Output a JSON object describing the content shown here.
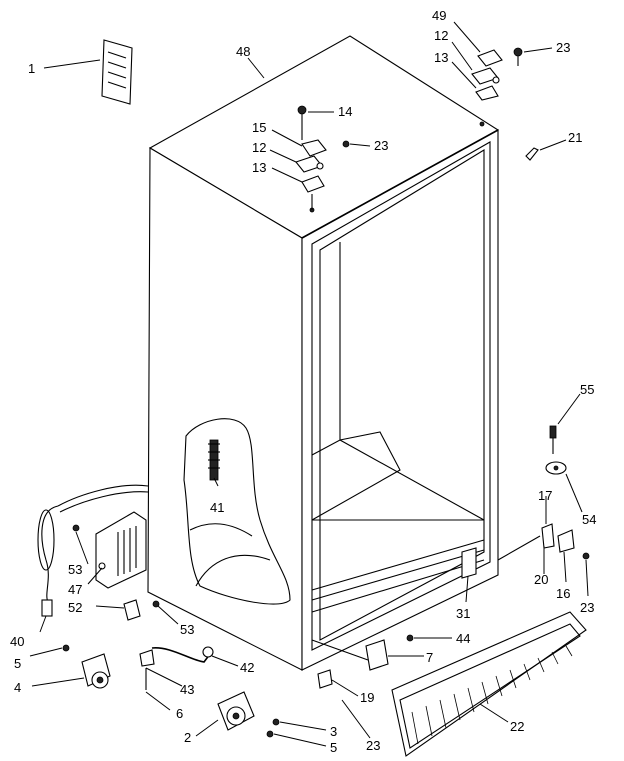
{
  "diagram": {
    "type": "exploded-parts-diagram",
    "callouts": {
      "c1": "1",
      "c48": "48",
      "c49": "49",
      "c12a": "12",
      "c13a": "13",
      "c23a": "23",
      "c14": "14",
      "c15": "15",
      "c12b": "12",
      "c23b": "23",
      "c13b": "13",
      "c21": "21",
      "c55": "55",
      "c41": "41",
      "c53a": "53",
      "c47": "47",
      "c52": "52",
      "c53b": "53",
      "c17": "17",
      "c54": "54",
      "c20": "20",
      "c16": "16",
      "c23c": "23",
      "c31": "31",
      "c44": "44",
      "c40": "40",
      "c5a": "5",
      "c7": "7",
      "c42": "42",
      "c4": "4",
      "c43": "43",
      "c19": "19",
      "c6": "6",
      "c22": "22",
      "c3": "3",
      "c2": "2",
      "c5b": "5",
      "c23d": "23"
    }
  }
}
